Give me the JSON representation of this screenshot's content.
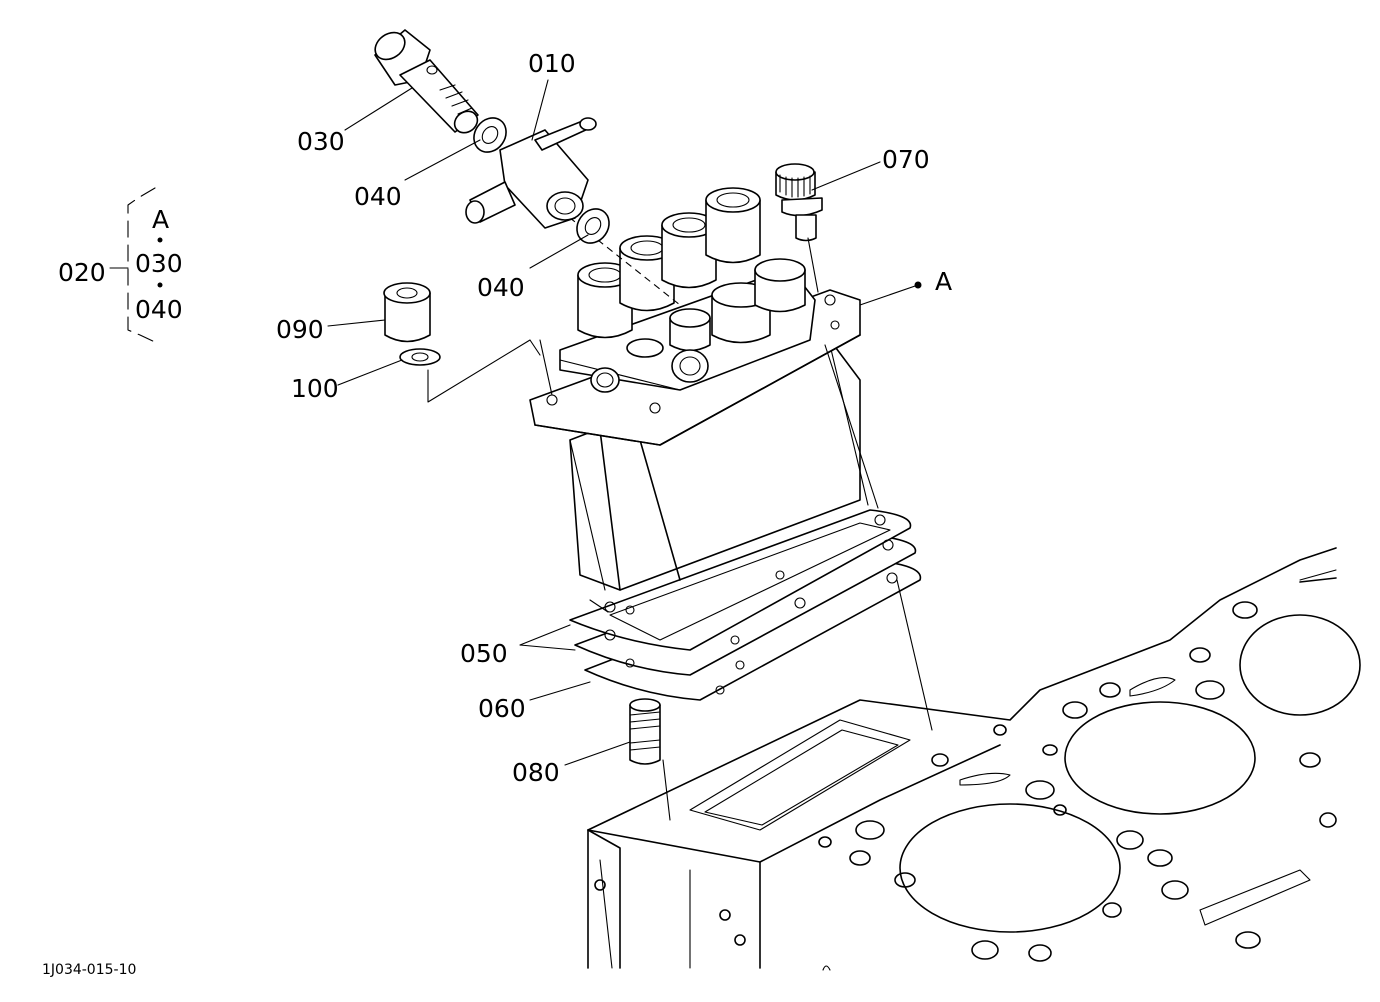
{
  "diagram_id": "1J034-015-10",
  "part_labels": {
    "p010": "010",
    "p020": "020",
    "p030": "030",
    "p040a": "040",
    "p040b": "040",
    "p050": "050",
    "p060": "060",
    "p070": "070",
    "p080": "080",
    "p090": "090",
    "p100": "100"
  },
  "ref_mark": "A",
  "group_020": {
    "mark": "A",
    "item1": "030",
    "item2": "040"
  }
}
